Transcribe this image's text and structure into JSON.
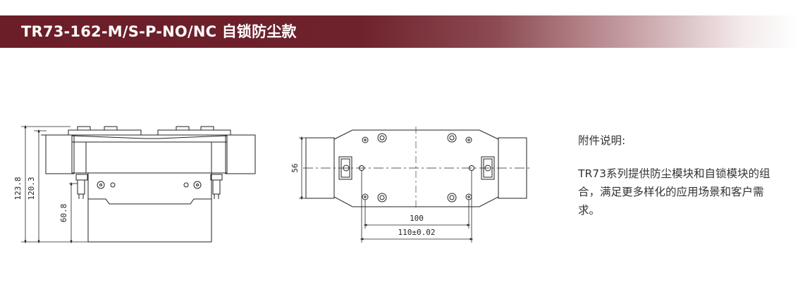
{
  "banner": {
    "title": "TR73-162-M/S-P-NO/NC 自锁防尘款"
  },
  "front_view": {
    "dimensions": {
      "total_height": "123.8",
      "body_height": "120.3",
      "lower_height": "60.8"
    }
  },
  "top_view": {
    "dimensions": {
      "width": "56",
      "inner_spacing": "100",
      "outer_spacing": "110±0.02"
    }
  },
  "notes": {
    "title": "附件说明:",
    "body": "TR73系列提供防尘模块和自锁模块的组合，满足更多样化的应用场景和客户需求。"
  },
  "colors": {
    "banner_dark": "#6b1d28",
    "line": "#222222"
  }
}
